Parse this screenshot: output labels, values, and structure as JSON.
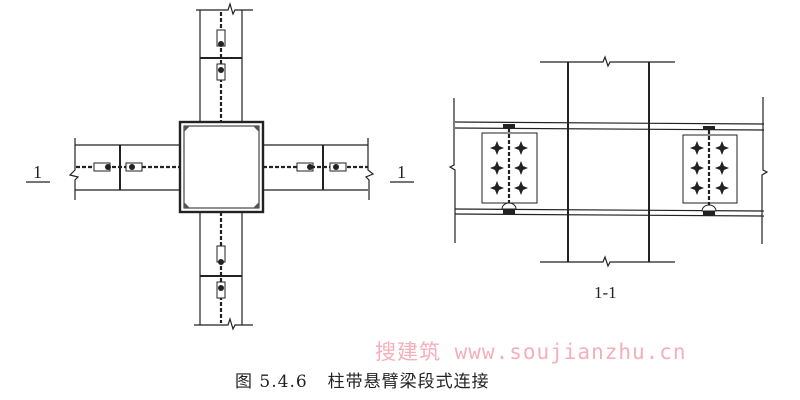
{
  "plan_view": {
    "section_mark_left": "1",
    "section_mark_right": "1"
  },
  "section_view": {
    "label": "1-1",
    "bolt_rows": 3,
    "bolt_cols": 2
  },
  "caption": {
    "figure_number": "图 5.4.6",
    "title": "柱带悬臂梁段式连接"
  },
  "watermark": {
    "text": "搜建筑 www.soujianzhu.cn"
  }
}
